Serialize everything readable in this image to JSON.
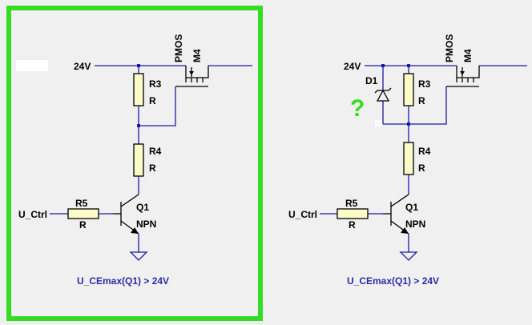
{
  "colors": {
    "highlight_border": "#33dd22",
    "wire": "#1a1aa8",
    "note_text": "#2a2aa8",
    "question_mark": "#33dd22",
    "resistor_fill": "#fbfbc8"
  },
  "left_circuit": {
    "supply_label": "24V",
    "r3": {
      "ref": "R3",
      "value": "R"
    },
    "r4": {
      "ref": "R4",
      "value": "R"
    },
    "r5": {
      "ref": "R5",
      "value": "R"
    },
    "mosfet": {
      "ref": "M4",
      "type": "PMOS"
    },
    "transistor": {
      "ref": "Q1",
      "type": "NPN"
    },
    "input_label": "U_Ctrl",
    "note": "U_CEmax(Q1) > 24V",
    "highlighted": true
  },
  "right_circuit": {
    "supply_label": "24V",
    "diode": {
      "ref": "D1"
    },
    "question_mark": "?",
    "r3": {
      "ref": "R3",
      "value": "R"
    },
    "r4": {
      "ref": "R4",
      "value": "R"
    },
    "r5": {
      "ref": "R5",
      "value": "R"
    },
    "mosfet": {
      "ref": "M4",
      "type": "PMOS"
    },
    "transistor": {
      "ref": "Q1",
      "type": "NPN"
    },
    "input_label": "U_Ctrl",
    "note": "U_CEmax(Q1) > 24V"
  }
}
